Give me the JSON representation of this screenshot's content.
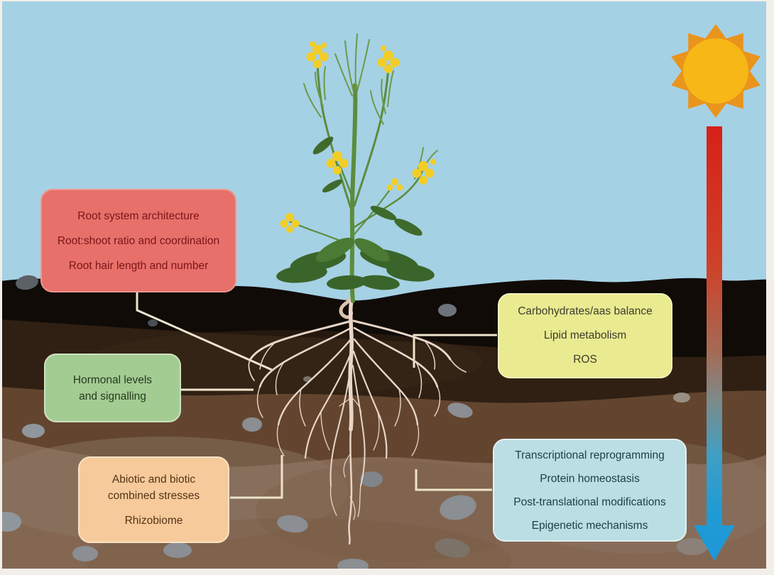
{
  "callouts": {
    "root_architecture": {
      "lines": [
        "Root system architecture",
        "Root:shoot ratio and coordination",
        "Root hair length and number"
      ],
      "fill": "#e7706b",
      "text_color": "#7c1416"
    },
    "hormonal": {
      "lines": [
        "Hormonal levels",
        "and signalling"
      ],
      "fill": "#a3cc93",
      "text_color": "#26391f"
    },
    "combined_stresses": {
      "lines": [
        "Abiotic and biotic",
        "combined stresses",
        "Rhizobiome"
      ],
      "fill": "#f7ca9b",
      "text_color": "#533317"
    },
    "metabolic": {
      "lines": [
        "Carbohydrates/aas balance",
        "Lipid metabolism",
        "ROS"
      ],
      "fill": "#eaea90",
      "text_color": "#3c3c30"
    },
    "molecular": {
      "lines": [
        "Transcriptional reprogramming",
        "Protein homeostasis",
        "Post-translational modifications",
        "Epigenetic mechanisms"
      ],
      "fill": "#badee3",
      "text_color": "#1d3d49"
    }
  },
  "icons": {
    "sun": {
      "name": "sun-icon",
      "ray_color": "#e9941d",
      "disc_color": "#f7b717"
    },
    "temperature_arrow": {
      "name": "temperature-gradient-arrow-icon",
      "top_color": "#d62119",
      "bottom_color": "#1e98d8"
    }
  },
  "scene": {
    "sky_color": "#a5d1e4",
    "soil_layer_colors": [
      "#100b07",
      "#2f2013",
      "#63452f",
      "#846753"
    ],
    "connector_color": "#ece4cb",
    "root_color": "#e9d6c8",
    "stem_color": "#5c8c3d",
    "flower_color": "#f2cd26"
  }
}
